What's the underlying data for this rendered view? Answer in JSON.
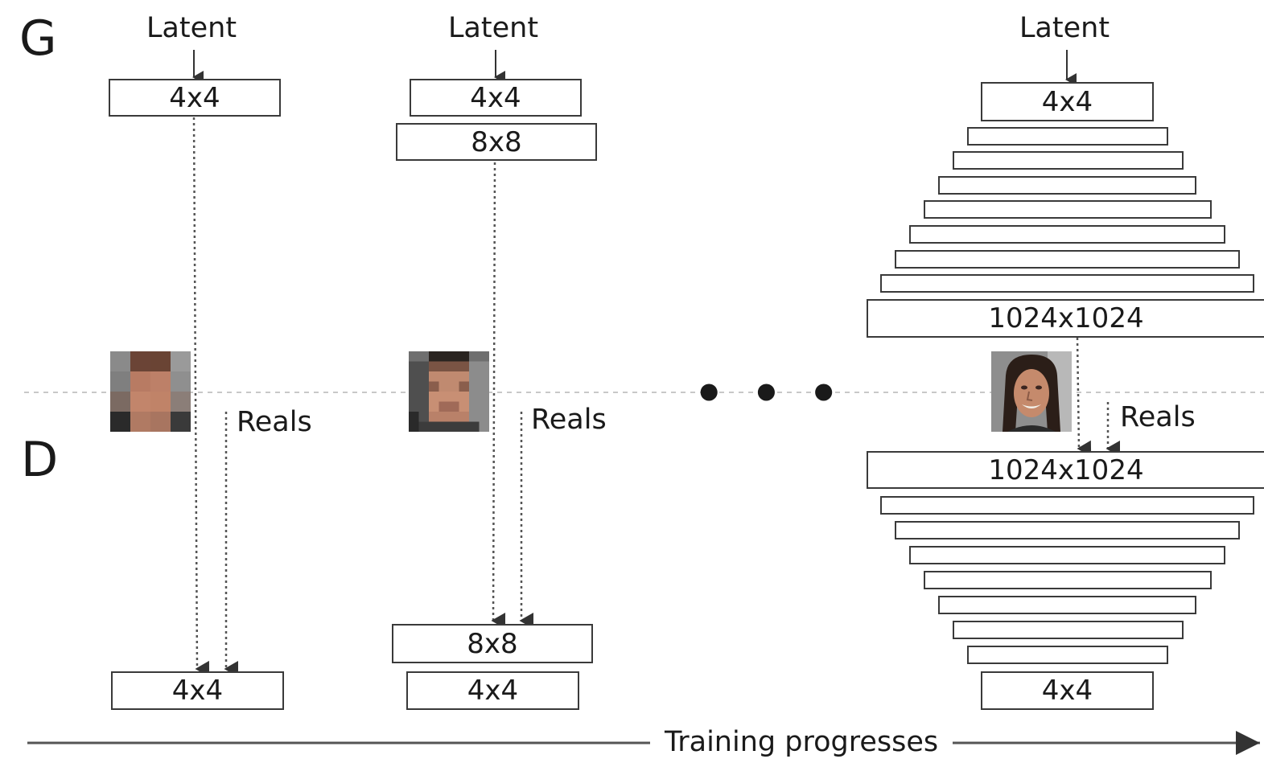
{
  "labels": {
    "generator": "G",
    "discriminator": "D"
  },
  "columns": [
    {
      "latent": "Latent",
      "generator_boxes": [
        "4x4"
      ],
      "reals": "Reals",
      "discriminator_boxes": [
        "4x4"
      ],
      "sample_face": "pixelated-face-4x4"
    },
    {
      "latent": "Latent",
      "generator_boxes": [
        "4x4",
        "8x8"
      ],
      "reals": "Reals",
      "discriminator_boxes": [
        "8x8",
        "4x4"
      ],
      "sample_face": "pixelated-face-8x8"
    },
    {
      "latent": "Latent",
      "generator_boxes": [
        "4x4",
        "1024x1024"
      ],
      "reals": "Reals",
      "discriminator_boxes": [
        "1024x1024",
        "4x4"
      ],
      "sample_face": "face-1024x1024"
    }
  ],
  "ellipsis": "• • •",
  "footer": {
    "label": "Training progresses"
  }
}
